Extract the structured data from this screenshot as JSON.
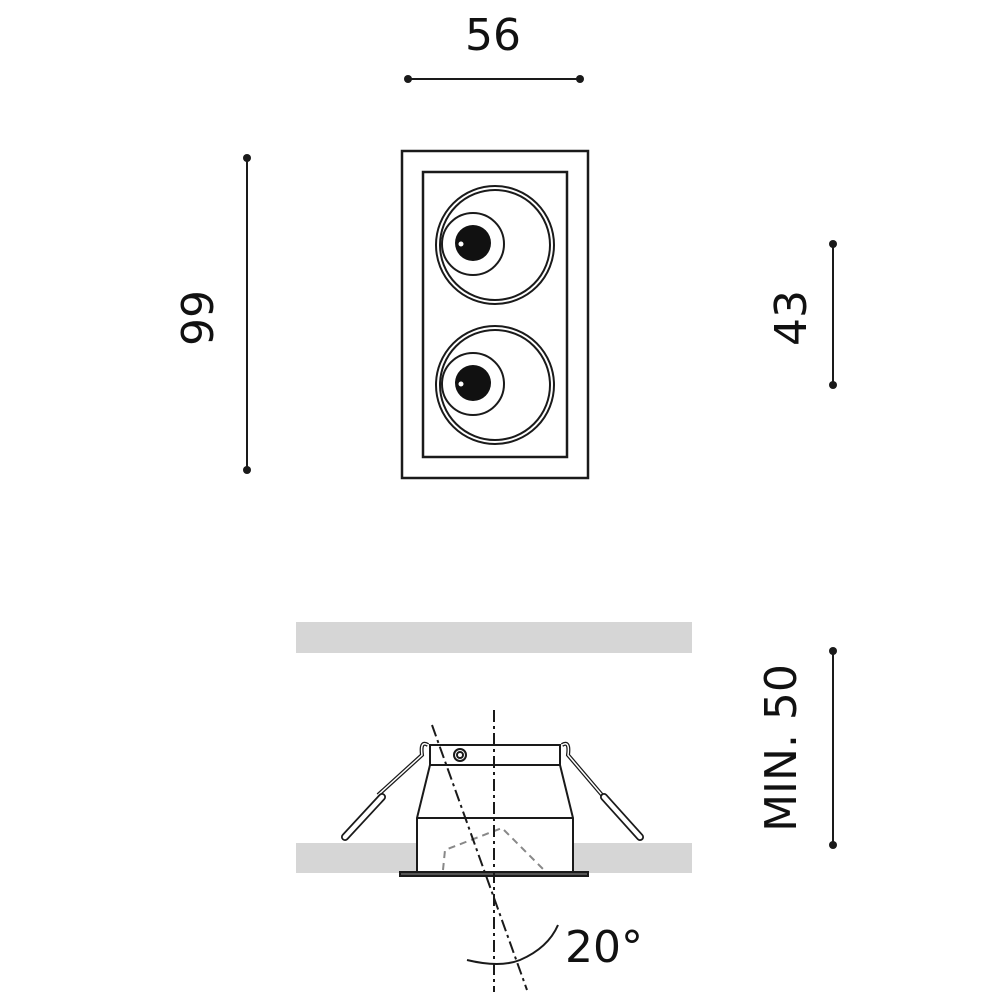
{
  "dimensions": {
    "width": "56",
    "height": "99",
    "depth": "43",
    "min_clearance": "MIN. 50",
    "tilt_angle": "20°"
  },
  "colors": {
    "line": "#1a1a1a",
    "ceiling": "#d6d6d6",
    "dashed": "#888888"
  }
}
